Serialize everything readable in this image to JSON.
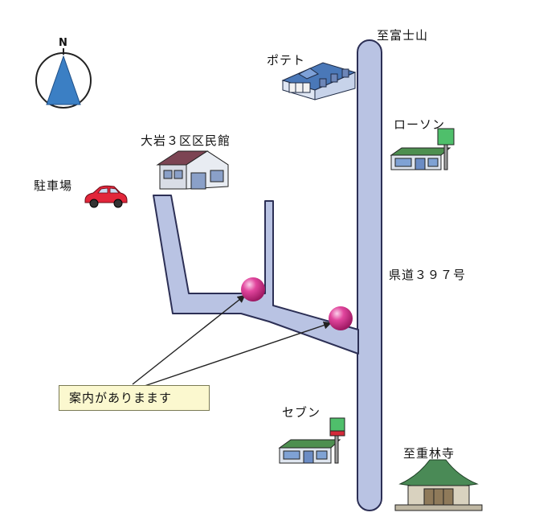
{
  "compass": {
    "label": "N"
  },
  "landmarks": {
    "mt_fuji_direction": "至富士山",
    "potete": "ポテト",
    "lawson": "ローソン",
    "community_hall": "大岩３区区民館",
    "parking": "駐車場",
    "prefectural_road": "県道３９７号",
    "seven": "セブン",
    "temple_direction": "至重林寺"
  },
  "callout": {
    "text": "案内がありまます"
  },
  "colors": {
    "road_fill": "#b9c3e3",
    "road_outline": "#2c2f55",
    "guide_marker": "#d42a86",
    "compass_arrow": "#3b7fc4",
    "shop_roof": "#4d8f50",
    "callout_bg": "#fbf8cf"
  },
  "icons": [
    "compass-icon",
    "store-building-icon",
    "lawson-store-icon",
    "community-hall-icon",
    "car-icon",
    "convenience-store-icon",
    "temple-icon",
    "guide-marker-icon",
    "arrow-icon"
  ]
}
